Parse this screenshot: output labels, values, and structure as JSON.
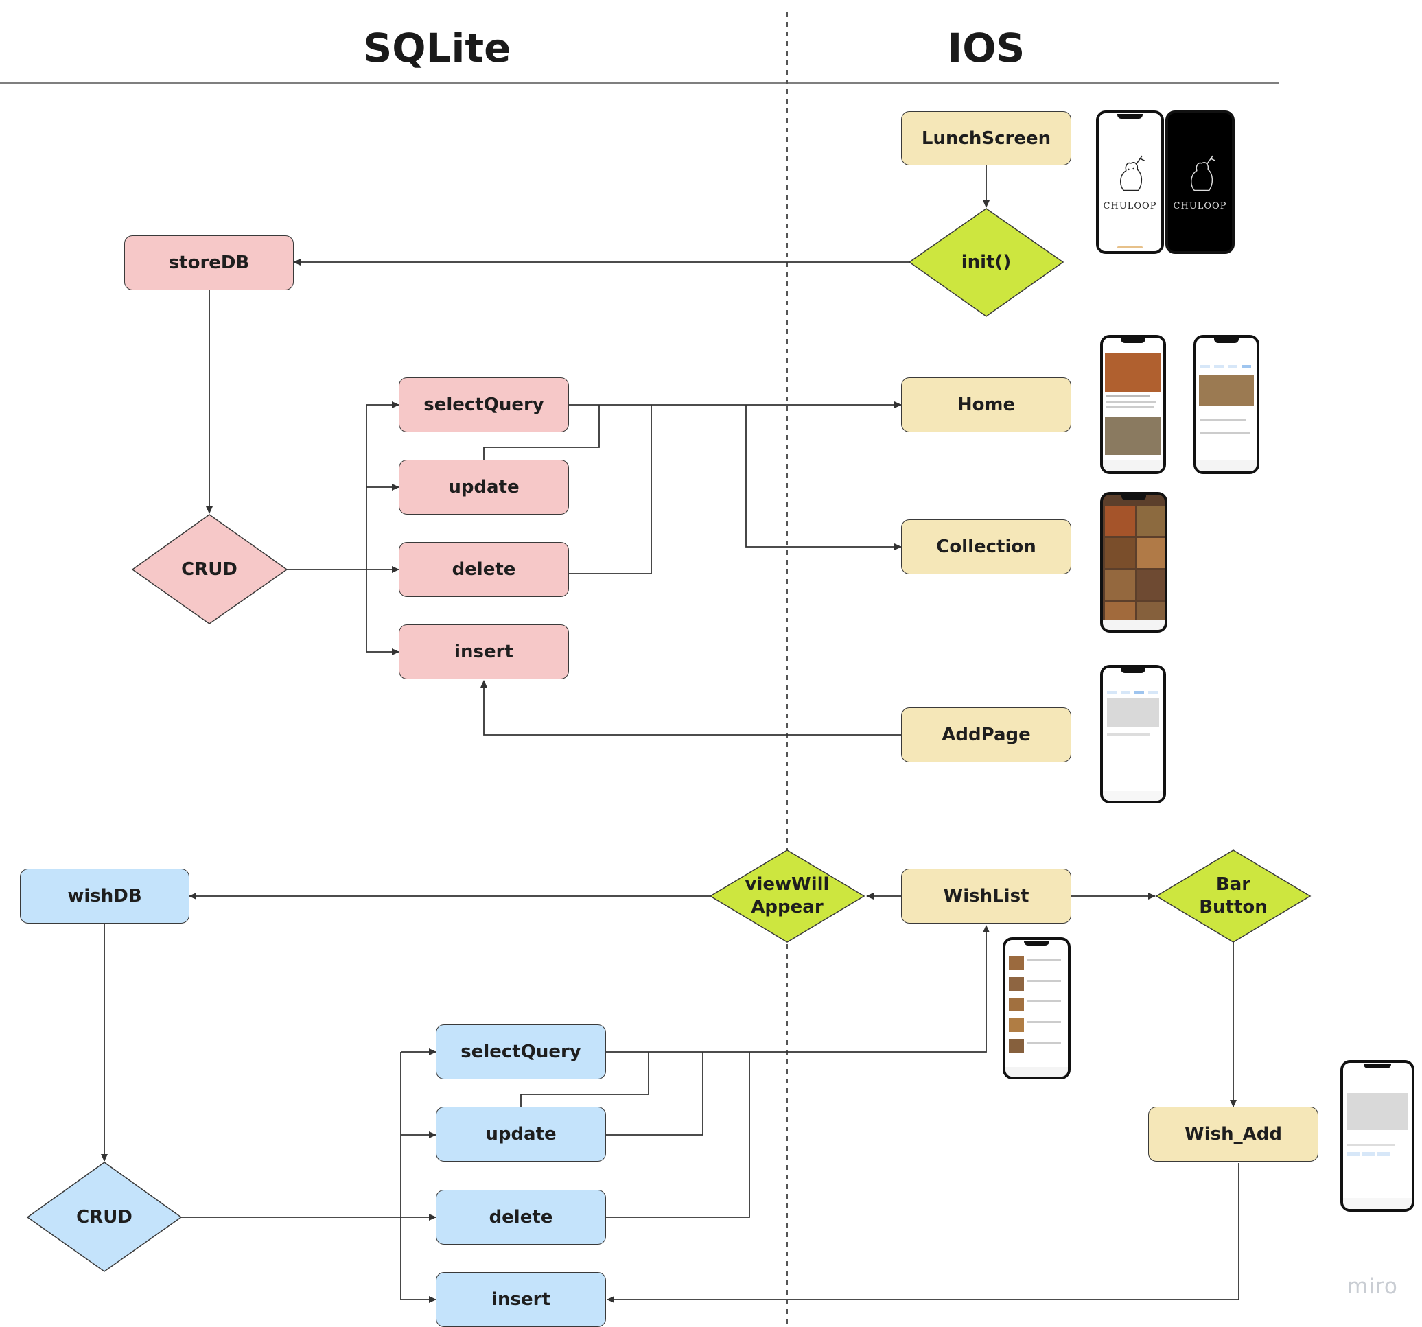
{
  "headers": {
    "sqlite": "SQLite",
    "ios": "IOS"
  },
  "nodes": {
    "lunch_screen": "LunchScreen",
    "init": "init()",
    "store_db": "storeDB",
    "store_crud": "CRUD",
    "store_select": "selectQuery",
    "store_update": "update",
    "store_delete": "delete",
    "store_insert": "insert",
    "home": "Home",
    "collection": "Collection",
    "add_page": "AddPage",
    "wish_db": "wishDB",
    "view_will_appear": "viewWill\nAppear",
    "wish_list": "WishList",
    "bar_button": "Bar\nButton",
    "wish_crud": "CRUD",
    "wish_select": "selectQuery",
    "wish_update": "update",
    "wish_delete": "delete",
    "wish_insert": "insert",
    "wish_add": "Wish_Add"
  },
  "splash_text": "CHULOOP",
  "watermark": "miro",
  "colors": {
    "store_fill": "#f6c8c8",
    "ios_fill": "#f5e7b8",
    "wish_fill": "#c4e3fb",
    "decision_green": "#cde63f",
    "stroke": "#3a3a3a"
  }
}
